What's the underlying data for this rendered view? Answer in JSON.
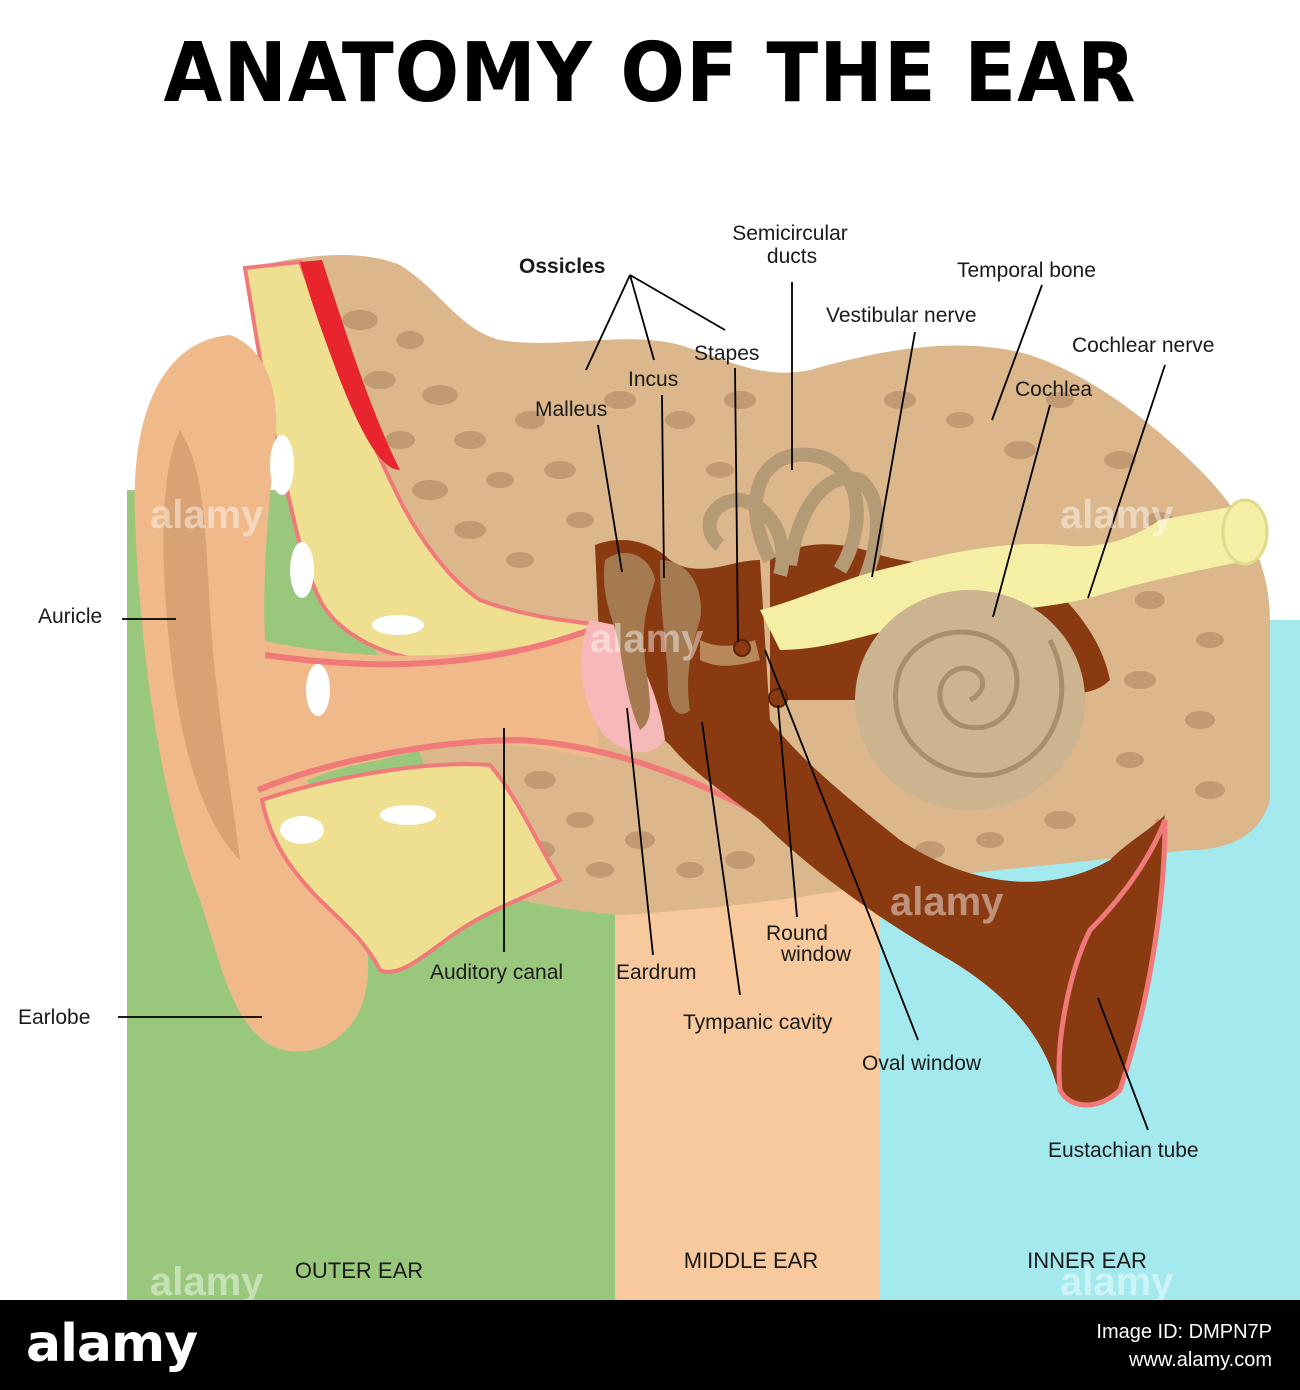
{
  "title": "ANATOMY OF THE EAR",
  "zones": {
    "outer": {
      "label": "OUTER EAR",
      "color": "#99c87d"
    },
    "middle": {
      "label": "MIDDLE EAR",
      "color": "#f8c99d"
    },
    "inner": {
      "label": "INNER EAR",
      "color": "#a3e9ee"
    }
  },
  "labels": {
    "ossicles": "Ossicles",
    "semicircular_1": "Semicircular",
    "semicircular_2": "ducts",
    "temporal_bone": "Temporal bone",
    "vestibular_nerve": "Vestibular nerve",
    "cochlear_nerve": "Cochlear nerve",
    "stapes": "Stapes",
    "incus": "Incus",
    "malleus": "Malleus",
    "cochlea": "Cochlea",
    "auricle": "Auricle",
    "earlobe": "Earlobe",
    "auditory_canal": "Auditory canal",
    "eardrum": "Eardrum",
    "round_window_1": "Round",
    "round_window_2": "window",
    "tympanic_cavity": "Tympanic cavity",
    "oval_window": "Oval window",
    "eustachian_tube": "Eustachian tube"
  },
  "watermark": "alamy",
  "footer": {
    "logo": "alamy",
    "image_id": "Image ID: DMPN7P",
    "site": "www.alamy.com"
  },
  "colors": {
    "bone": "#dcb78b",
    "bone_pores": "#c19a74",
    "skin": "#f0b98a",
    "canal_red": "#f07a7a",
    "cartilage": "#efdf91",
    "dark_brown": "#8a3a10",
    "cochlea": "#cbb48f",
    "nerve": "#f5efa6",
    "eardrum": "#f6b8b8"
  }
}
